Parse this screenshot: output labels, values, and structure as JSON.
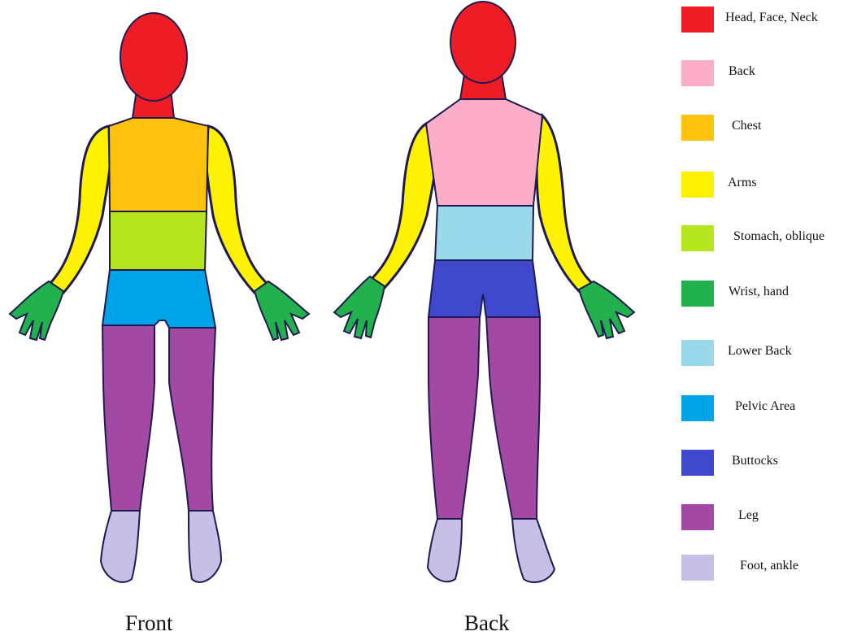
{
  "regions": [
    {
      "key": "head",
      "label": "Head, Face, Neck",
      "color": "#ee1c24"
    },
    {
      "key": "back",
      "label": "Back",
      "color": "#fcaec9"
    },
    {
      "key": "chest",
      "label": "Chest",
      "color": "#ffc20e"
    },
    {
      "key": "arms",
      "label": "Arms",
      "color": "#fff200"
    },
    {
      "key": "stomach",
      "label": "Stomach, oblique",
      "color": "#b5e61d"
    },
    {
      "key": "wrist",
      "label": "Wrist, hand",
      "color": "#22b14c"
    },
    {
      "key": "lowerback",
      "label": "Lower Back",
      "color": "#99d9ea"
    },
    {
      "key": "pelvic",
      "label": "Pelvic Area",
      "color": "#00a2e8"
    },
    {
      "key": "buttocks",
      "label": "Buttocks",
      "color": "#3f48cc"
    },
    {
      "key": "leg",
      "label": "Leg",
      "color": "#a349a4"
    },
    {
      "key": "foot",
      "label": "Foot, ankle",
      "color": "#c8bfe7"
    }
  ],
  "figures": {
    "front_label": "Front",
    "back_label": "Back"
  }
}
